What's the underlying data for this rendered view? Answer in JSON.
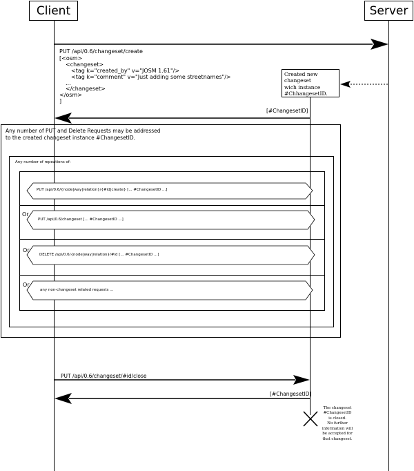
{
  "actors": {
    "client": "Client",
    "server": "Server"
  },
  "messages": {
    "create_request": "PUT /api/0.6/changeset/create",
    "create_body": [
      "[<osm>",
      "<changeset>",
      "<tag k=\"created_by\" v=\"JOSM 1.61\"/>",
      "<tag k=\"comment\" v=\"Just adding some streetnames\"/>",
      "...",
      "</changeset>",
      "</osm>",
      "]"
    ],
    "create_response": "[#ChangesetID]",
    "close_request": "PUT /api/0.6/changeset/#id/close",
    "close_response": "[#ChangesetID]"
  },
  "server_note": [
    "Created new",
    "changeset",
    "wich instance",
    "#ChhangesetID."
  ],
  "outer_frame": {
    "text_line1": "Any number of PUT and Delete Requests may be addressed",
    "text_line2": "to the created changeset instance #ChangesetID."
  },
  "loop_frame": {
    "label": "Any number of repeations of:"
  },
  "alternatives": [
    {
      "prefix": "",
      "guard": "PUT /api/0.6/{node|way|relation}/{#id|create} [... #ChangesetID ...]"
    },
    {
      "prefix": "Or",
      "guard": "PUT /api/0.6/changeset   [... #ChangesetID ...]"
    },
    {
      "prefix": "Or",
      "guard": "DELETE /api/0.6/{node|way|relation}/#id  [... #ChangesetID ...]"
    },
    {
      "prefix": "Or",
      "guard": "any non-changeset related requests ..."
    }
  ],
  "destroy_note": [
    "The changeset",
    "#ChangesetID",
    "is closed.",
    "No further",
    "information will",
    "be accepted for",
    "that changeset."
  ]
}
